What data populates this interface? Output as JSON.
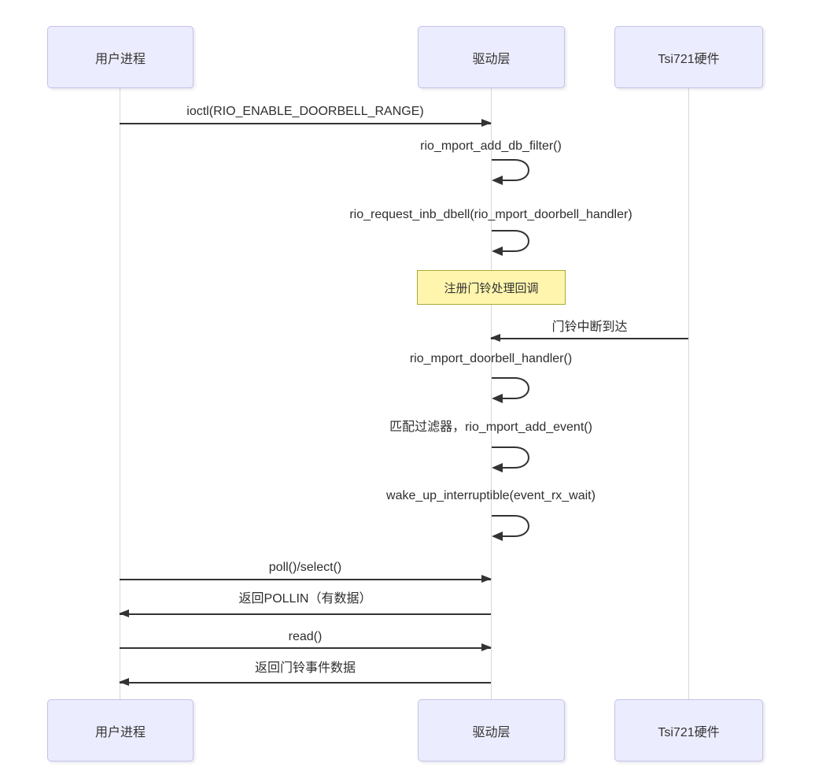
{
  "diagram": {
    "type": "sequence",
    "participants": [
      {
        "id": "user",
        "label": "用户进程"
      },
      {
        "id": "driver",
        "label": "驱动层"
      },
      {
        "id": "hw",
        "label": "Tsi721硬件"
      }
    ],
    "messages": [
      {
        "type": "arrow",
        "from": "user",
        "to": "driver",
        "label": "ioctl(RIO_ENABLE_DOORBELL_RANGE)"
      },
      {
        "type": "self",
        "on": "driver",
        "label": "rio_mport_add_db_filter()"
      },
      {
        "type": "self",
        "on": "driver",
        "label": "rio_request_inb_dbell(rio_mport_doorbell_handler)"
      },
      {
        "type": "note",
        "over": "driver",
        "label": "注册门铃处理回调"
      },
      {
        "type": "arrow",
        "from": "hw",
        "to": "driver",
        "label": "门铃中断到达"
      },
      {
        "type": "self",
        "on": "driver",
        "label": "rio_mport_doorbell_handler()"
      },
      {
        "type": "self",
        "on": "driver",
        "label": "匹配过滤器，rio_mport_add_event()"
      },
      {
        "type": "self",
        "on": "driver",
        "label": "wake_up_interruptible(event_rx_wait)"
      },
      {
        "type": "arrow",
        "from": "user",
        "to": "driver",
        "label": "poll()/select()"
      },
      {
        "type": "arrow",
        "from": "driver",
        "to": "user",
        "label": "返回POLLIN（有数据）"
      },
      {
        "type": "arrow",
        "from": "user",
        "to": "driver",
        "label": "read()"
      },
      {
        "type": "arrow",
        "from": "driver",
        "to": "user",
        "label": "返回门铃事件数据"
      }
    ],
    "colors": {
      "actor_fill": "#ECECFF",
      "actor_border": "#C3C3E6",
      "note_fill": "#FFF5AD",
      "note_border": "#AAAA33",
      "line": "#333333",
      "lifeline": "#D8D8D8",
      "text": "#333333",
      "background": "#FFFFFF"
    }
  }
}
